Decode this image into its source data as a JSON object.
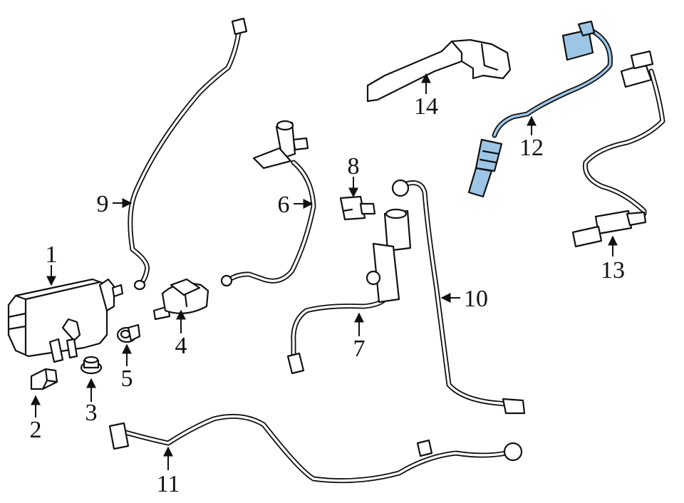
{
  "diagram": {
    "callouts": {
      "c1": "1",
      "c2": "2",
      "c3": "3",
      "c4": "4",
      "c5": "5",
      "c6": "6",
      "c7": "7",
      "c8": "8",
      "c9": "9",
      "c10": "10",
      "c11": "11",
      "c12": "12",
      "c13": "13",
      "c14": "14"
    },
    "colors": {
      "highlight": "#9dc6e6",
      "line": "#111111",
      "background": "#ffffff"
    }
  }
}
